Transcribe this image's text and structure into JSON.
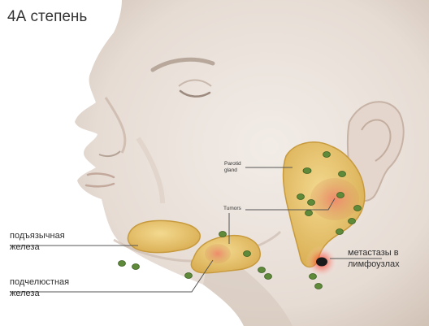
{
  "title": "4А степень",
  "labels": {
    "sublingual": [
      "подъязычная",
      "железа"
    ],
    "submandibular": [
      "подчелюстная",
      "железа"
    ],
    "metastases": [
      "метастазы в",
      "лимфоузлах"
    ],
    "parotid": [
      "Parotid",
      "gland"
    ],
    "tumors": "Tumors"
  },
  "colors": {
    "skin": "#e9e1db",
    "skin_shadow": "#c9b9ac",
    "gland": "#e8c56e",
    "gland_edge": "#c79a3d",
    "tumor": "#e0735a",
    "node": "#5f8a3a",
    "metastasis_glow": "#ff3b30",
    "leader": "#555555"
  }
}
